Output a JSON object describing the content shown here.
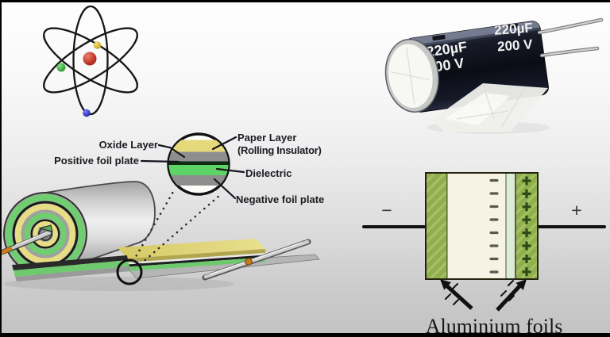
{
  "frame": {
    "letterbox_color": "#000000",
    "background_top": "#fefefe",
    "background_bottom": "#c2c2c2"
  },
  "atom": {
    "orbit_color": "#161616",
    "nucleus_color": "#c23a2c",
    "electron_colors": {
      "yellow": "#e2bc2a",
      "green": "#2fae35",
      "blue": "#2733c4"
    }
  },
  "capacitor_photo": {
    "capacitance": "220µF",
    "voltage": "200 V",
    "body_color": "#10121c"
  },
  "roll_diagram": {
    "labels": {
      "oxide": "Oxide Layer",
      "positive": "Positive foil plate",
      "paper_line1": "Paper Layer",
      "paper_line2": "(Rolling Insulator)",
      "dielectric": "Dielectric",
      "negative": "Negative foil plate"
    },
    "colors": {
      "foil_green": "#6fce6f",
      "paper_yellow": "#e3d87e",
      "plate_gray": "#9a9a9a",
      "oxide_dark": "#0f2b12"
    }
  },
  "schematic": {
    "negative_sign": "−",
    "positive_sign": "+",
    "caption": "Aluminium foils",
    "minus_count": 8,
    "plus_count": 8,
    "foil_color": "#8fae4f",
    "electrolyte_color": "#f6f2e4",
    "oxide_strip_color": "#dcead8"
  }
}
